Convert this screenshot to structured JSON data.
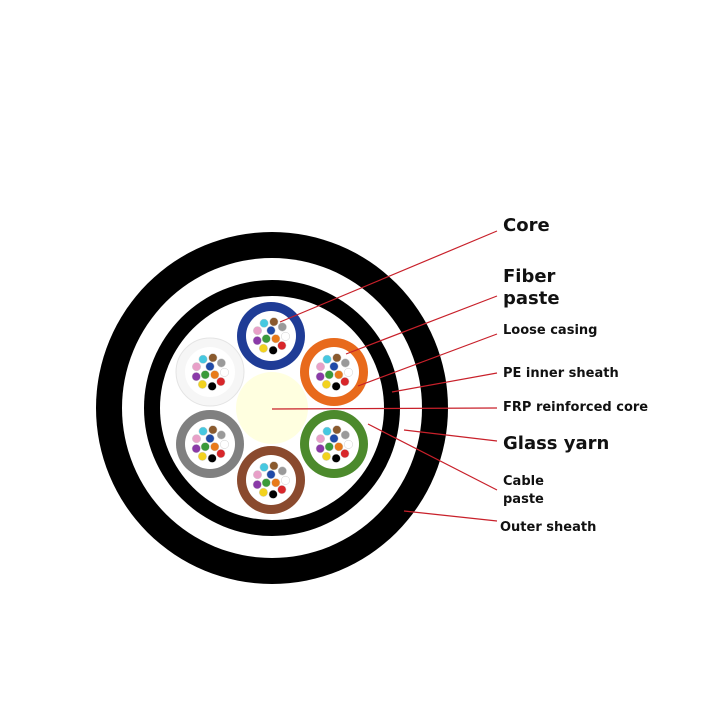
{
  "labels": {
    "core": "Core",
    "fiber_paste_1": "Fiber",
    "fiber_paste_2": "paste",
    "loose_casing": "Loose casing",
    "pe_inner_sheath": "PE inner sheath",
    "frp_core": "FRP reinforced core",
    "glass_yarn": "Glass yarn",
    "cable_paste_1": "Cable",
    "cable_paste_2": "paste",
    "outer_sheath": "Outer sheath"
  },
  "colors": {
    "sheath": "#000000",
    "frp_core": "#ffffe0",
    "leader_line": "#c8202a",
    "tube_blue": "#1f3c96",
    "tube_orange": "#e86a1c",
    "tube_green": "#4c8a2c",
    "tube_brown": "#8a4a2e",
    "tube_gray": "#808080",
    "tube_white": "#f6f6f6",
    "fibers": [
      "#1f4aa8",
      "#e87a1a",
      "#3a9a3a",
      "#8a5a2e",
      "#9a9a9a",
      "#ffffff",
      "#d8262a",
      "#000000",
      "#f2d21e",
      "#8a3aa8",
      "#e8a0c8",
      "#46c8e0"
    ]
  }
}
